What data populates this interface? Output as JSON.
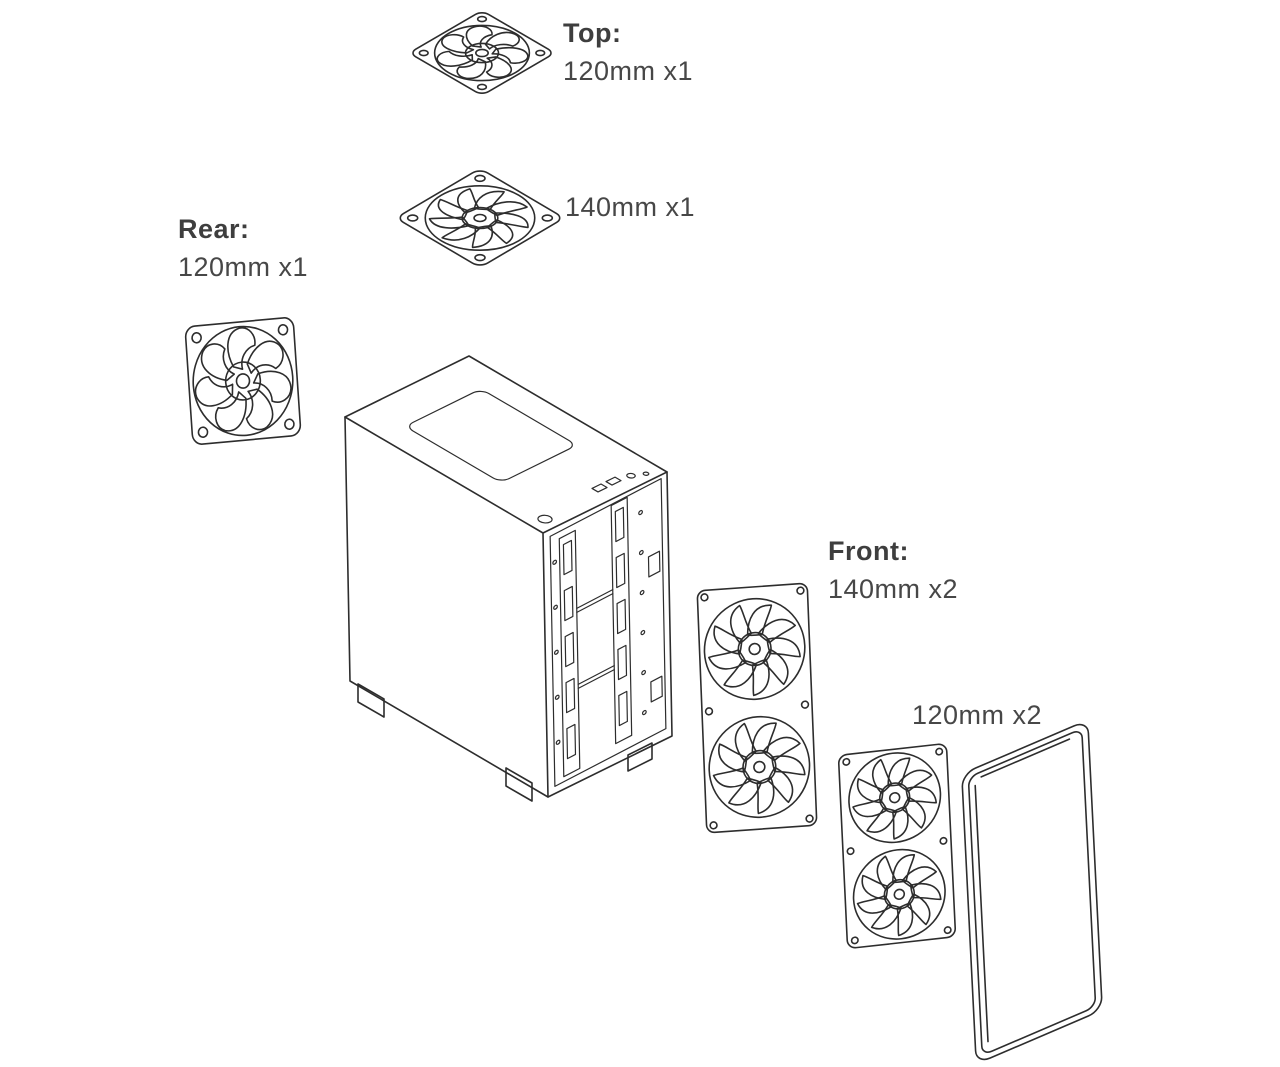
{
  "page": {
    "background": "#ffffff",
    "line_color": "#2d2d2d",
    "text_color": "#3e3e3e"
  },
  "labels": {
    "top": {
      "heading": "Top:",
      "value": "120mm x1"
    },
    "top_140": {
      "value": "140mm x1"
    },
    "rear": {
      "heading": "Rear:",
      "value": "120mm x1"
    },
    "front": {
      "heading": "Front:",
      "value": "140mm x2"
    },
    "front_120": {
      "value": "120mm x2"
    }
  }
}
